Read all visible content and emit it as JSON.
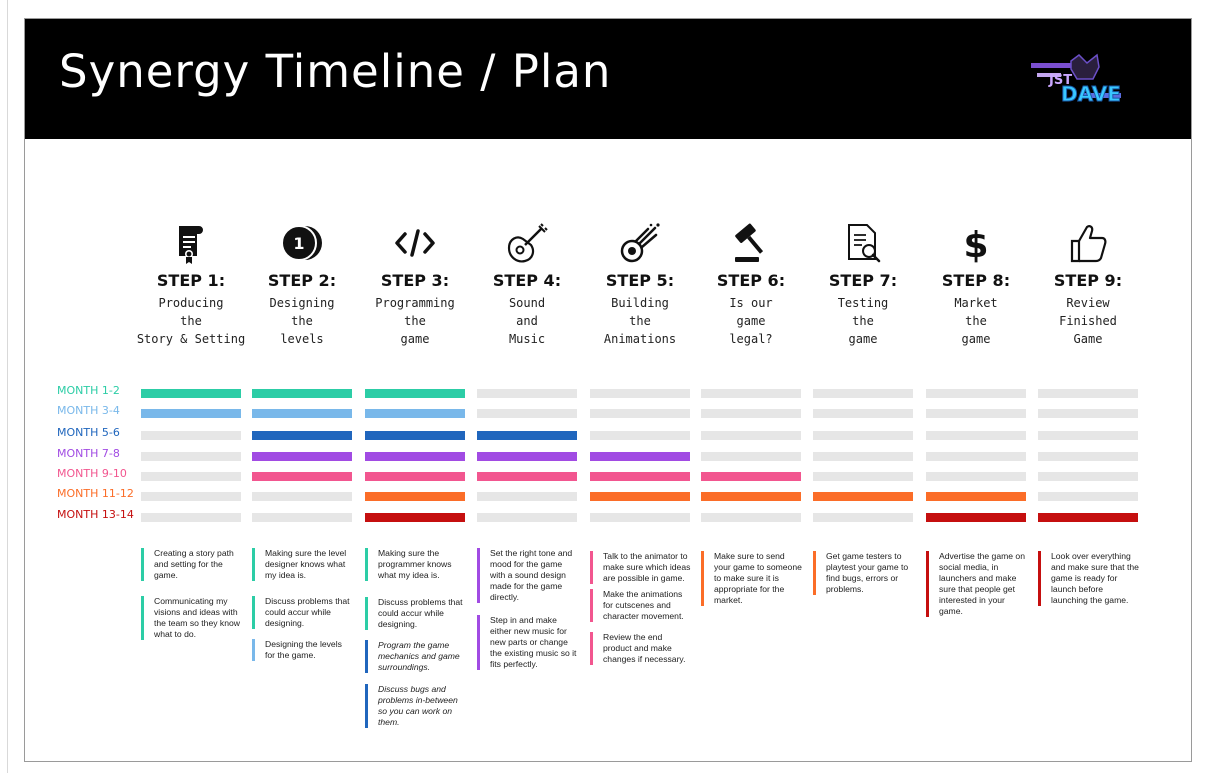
{
  "title": "Synergy Timeline / Plan",
  "logo": {
    "text": "JST DAVE",
    "line1": "JST",
    "line2": "DAVE"
  },
  "months": [
    {
      "label": "MONTH 1-2",
      "color": "#2ccda6"
    },
    {
      "label": "MONTH 3-4",
      "color": "#79b8ea"
    },
    {
      "label": "MONTH 5-6",
      "color": "#2066bd"
    },
    {
      "label": "MONTH 7-8",
      "color": "#a14be3"
    },
    {
      "label": "MONTH 9-10",
      "color": "#f2568f"
    },
    {
      "label": "MONTH 11-12",
      "color": "#fb6d28"
    },
    {
      "label": "MONTH 13-14",
      "color": "#c50f0f"
    }
  ],
  "steps": [
    {
      "icon": "certificate-scroll-icon",
      "label": "STEP 1:",
      "desc": "Producing\nthe\nStory & Setting",
      "active_months": [
        0,
        1
      ],
      "notes": [
        {
          "text": "Creating a story path and setting for the game.",
          "month": 0
        },
        {
          "text": "Communicating my visions and ideas with the team so they know what to do.",
          "month": 0
        }
      ]
    },
    {
      "icon": "number-one-circle-icon",
      "label": "STEP 2:",
      "desc": "Designing\nthe\nlevels",
      "active_months": [
        0,
        1,
        2,
        3,
        4
      ],
      "notes": [
        {
          "text": "Making sure the level designer knows what my idea is.",
          "month": 0
        },
        {
          "text": "Discuss problems that could accur while designing.",
          "month": 0
        },
        {
          "text": "Designing the levels for the game.",
          "month": 1
        }
      ]
    },
    {
      "icon": "code-brackets-icon",
      "label": "STEP 3:",
      "desc": "Programming\nthe\ngame",
      "active_months": [
        0,
        1,
        2,
        3,
        4,
        5,
        6
      ],
      "notes": [
        {
          "text": "Making sure the programmer knows what my idea is.",
          "month": 0
        },
        {
          "text": "Discuss problems that could accur while designing.",
          "month": 0
        },
        {
          "text": "Program the game mechanics and game surroundings.",
          "month": 2,
          "italic": true
        },
        {
          "text": "Discuss bugs and problems in-between so you can work on them.",
          "month": 2,
          "italic": true
        }
      ]
    },
    {
      "icon": "guitar-icon",
      "label": "STEP 4:",
      "desc": "Sound\nand\nMusic",
      "active_months": [
        2,
        3,
        4
      ],
      "notes": [
        {
          "text": "Set the right tone and mood for the game with a sound design made for the game directly.",
          "month": 3
        },
        {
          "text": "Step in and make either new music for new parts or change the existing music so it fits perfectly.",
          "month": 3
        }
      ]
    },
    {
      "icon": "comet-icon",
      "label": "STEP 5:",
      "desc": "Building\nthe\nAnimations",
      "active_months": [
        3,
        4,
        5
      ],
      "notes": [
        {
          "text": "Talk to the animator to make sure which ideas are possible in game.",
          "month": 4
        },
        {
          "text": "Make the animations for cutscenes and character movement.",
          "month": 4
        },
        {
          "text": "Review the end product and make changes if necessary.",
          "month": 4
        }
      ]
    },
    {
      "icon": "gavel-icon",
      "label": "STEP 6:",
      "desc": "Is our\ngame\nlegal?",
      "active_months": [
        4,
        5
      ],
      "notes": [
        {
          "text": "Make sure to send your game to someone to make sure it is appropriate for the market.",
          "month": 5
        }
      ]
    },
    {
      "icon": "document-search-icon",
      "label": "STEP 7:",
      "desc": "Testing\nthe\ngame",
      "active_months": [
        5
      ],
      "notes": [
        {
          "text": "Get game testers to playtest your game to find bugs, errors or problems.",
          "month": 5
        }
      ]
    },
    {
      "icon": "dollar-icon",
      "label": "STEP 8:",
      "desc": "Market\nthe\ngame",
      "active_months": [
        5,
        6
      ],
      "notes": [
        {
          "text": "Advertise the game on social media, in launchers and make sure that people get interested in your game.",
          "month": 6
        }
      ]
    },
    {
      "icon": "thumbs-up-icon",
      "label": "STEP 9:",
      "desc": "Review\nFinished\nGame",
      "active_months": [
        6
      ],
      "notes": [
        {
          "text": "Look over everything and make sure that the game is ready for launch before launching the game.",
          "month": 6
        }
      ]
    }
  ]
}
